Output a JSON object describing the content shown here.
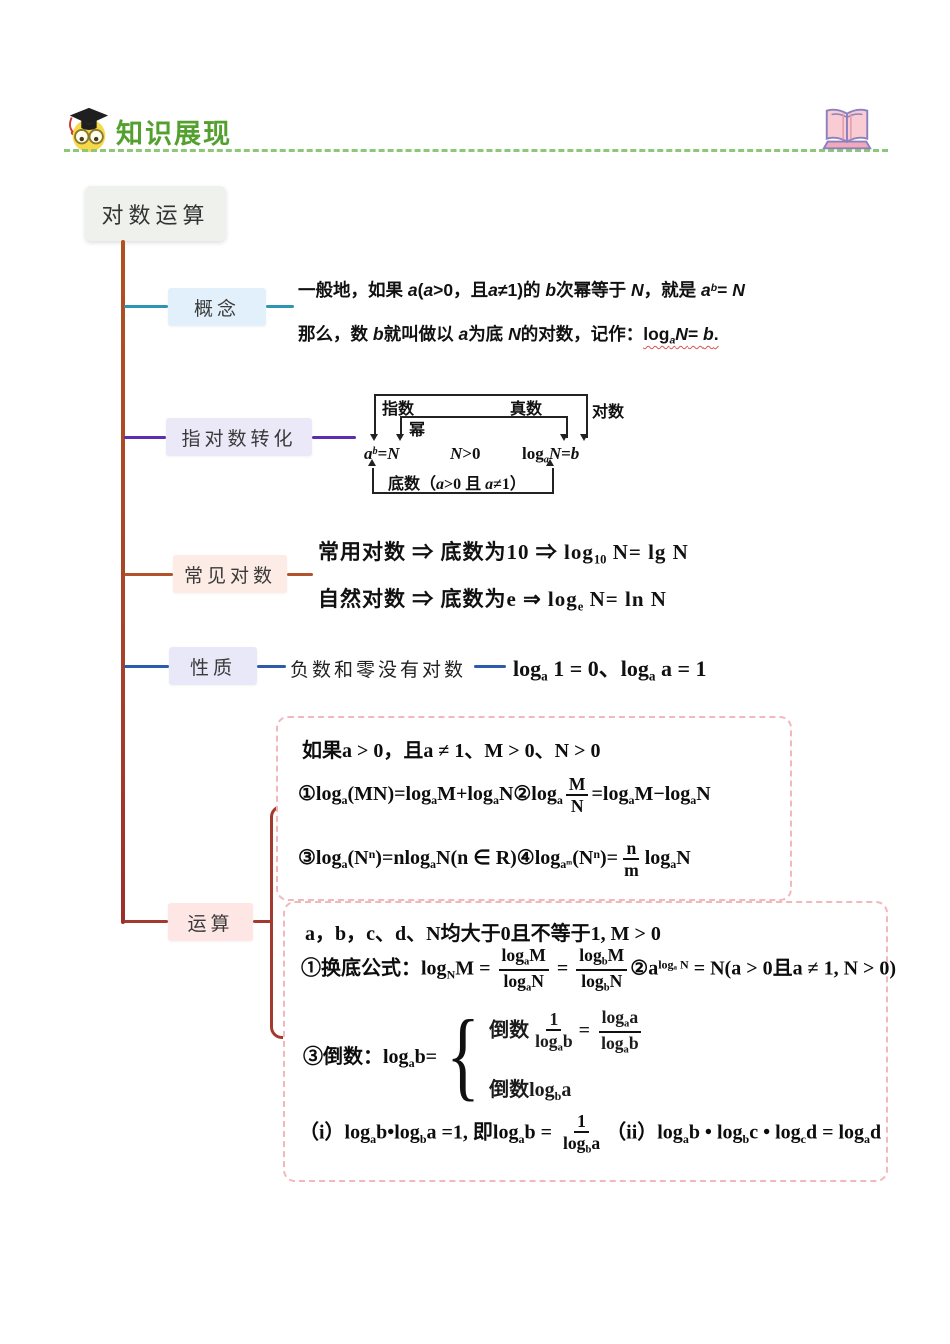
{
  "header": {
    "title": "知识展现",
    "icons": {
      "left": "scholar-graduate-emoji-icon",
      "right": "open-book-icon"
    }
  },
  "mindmap": {
    "root": "对数运算",
    "concept": {
      "label": "概念",
      "line1": "一般地，如果 *a*(*a*>0，且*a*≠1)的 *b*次幂等于 *N*，就是 *a*^{*b*}= *N*",
      "line2_prefix": "那么，数 *b*就叫做以 *a*为底 *N*的对数，记作：",
      "line2_formula": "log_{*a*}*N*= *b*."
    },
    "conversion": {
      "label": "指对数转化",
      "exponent_label": "指数",
      "argument_label": "真数",
      "log_label": "对数",
      "power_label": "幂",
      "base_label": "底数（*a*>0 且 *a*≠1）",
      "formula_left": "*a*^{*b*}=*N*",
      "formula_mid": "*N*>0",
      "formula_right": "log_{*a*}*N*=*b*"
    },
    "common": {
      "label": "常见对数",
      "line1": "常用对数 ⇒ 底数为10 ⇒ log_{10} N= lg N",
      "line2": "自然对数 ⇒ 底数为e ⇒ log_{e} N= ln N"
    },
    "property": {
      "label": "性质",
      "text": "负数和零没有对数",
      "formula": "log_{a} 1 = 0、log_{a} a = 1"
    },
    "operations": {
      "label": "运算",
      "box1": {
        "condition": "如果a > 0，且a ≠ 1、M > 0、N > 0",
        "formula12": "①log_{a}(MN)=log_{a}M+log_{a}N②log_{a}[[f|M|N]]=log_{a}M−log_{a}N",
        "formula34": "③log_{a}(N^{n})=nlog_{a}N(n ∈ R)④log_{aᵐ}(N^{n})=[[f|n|m]]log_{a}N"
      },
      "box2": {
        "condition": "a，b，c、d、N均大于0且不等于1, M > 0",
        "formula12": "①换底公式：log_{N}M = [[f|log_{a}M|log_{a}N]] = [[f|log_{b}M|log_{b}N]]②a^{logₐ N} = N(a > 0且a ≠ 1, N > 0)",
        "reciprocal_label": "③倒数：log_{a}b=",
        "reciprocal_brace": "{",
        "reciprocal_case1": "倒数[[f|1|log_{a}b]]= [[f|log_{a}a|log_{a}b]]",
        "reciprocal_case2": "倒数log_{b}a",
        "formula_i_ii": "（i）log_{a}b•log_{b}a =1, 即log_{a}b = [[f|1|log_{b}a]]（ii）log_{a}b • log_{b}c • log_{c}d = log_{a}d"
      }
    },
    "colors": {
      "title_green": "#53a02e",
      "divider_green": "#8cc877",
      "trunk_top": "#b05122",
      "trunk_bottom": "#9c2e2c",
      "branch_concept": "#2f94b1",
      "branch_conversion": "#5c2eae",
      "branch_common": "#b2532b",
      "branch_property": "#2d5bac",
      "branch_operations": "#a43a2f",
      "node_concept_bg": "#e2f0fb",
      "node_conversion_bg": "#ebe8f8",
      "node_common_bg": "#fdece6",
      "node_property_bg": "#e8e8f9",
      "node_operations_bg": "#fde6e4",
      "root_bg": "#eff1ec",
      "formula_box_border": "#f2b9bd"
    }
  }
}
